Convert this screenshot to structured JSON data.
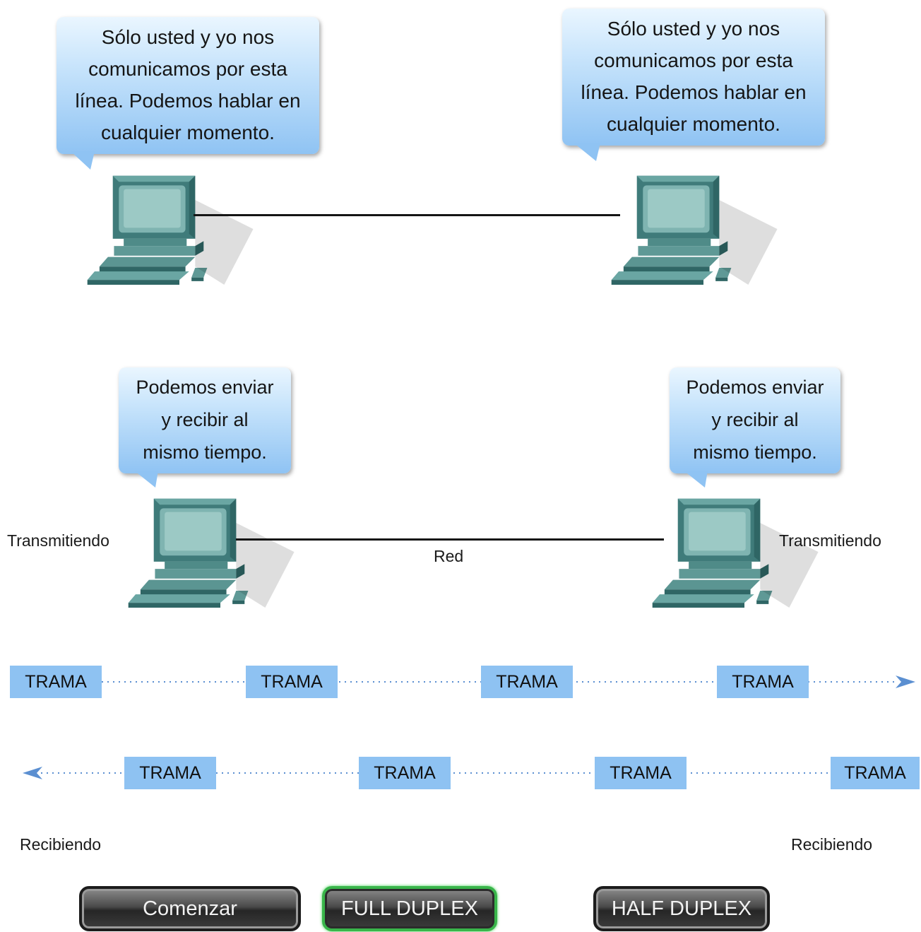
{
  "full_duplex_scene": {
    "left_bubble": "Sólo usted y yo nos\ncomunicamos por esta\nlínea. Podemos hablar en\ncualquier momento.",
    "right_bubble": "Sólo usted y yo nos\ncomunicamos por esta\nlínea. Podemos hablar en\ncualquier momento."
  },
  "network_scene": {
    "left_bubble": "Podemos enviar\ny recibir al\nmismo tiempo.",
    "right_bubble": "Podemos enviar\ny recibir al\nmismo tiempo.",
    "left_status": "Transmitiendo",
    "right_status": "Transmitiendo",
    "network_label": "Red",
    "left_receiving": "Recibiendo",
    "right_receiving": "Recibiendo"
  },
  "frames": {
    "outgoing": [
      "TRAMA",
      "TRAMA",
      "TRAMA",
      "TRAMA"
    ],
    "incoming": [
      "TRAMA",
      "TRAMA",
      "TRAMA",
      "TRAMA"
    ],
    "outgoing_direction": "right",
    "incoming_direction": "left"
  },
  "controls": {
    "start_label": "Comenzar",
    "full_duplex_label": "FULL DUPLEX",
    "half_duplex_label": "HALF DUPLEX",
    "selected_mode": "FULL DUPLEX"
  },
  "colors": {
    "frame": "#8ec2f2",
    "arrow": "#5b8fd1",
    "computer": "#4f8b88",
    "active_button_border": "#39b54a"
  }
}
